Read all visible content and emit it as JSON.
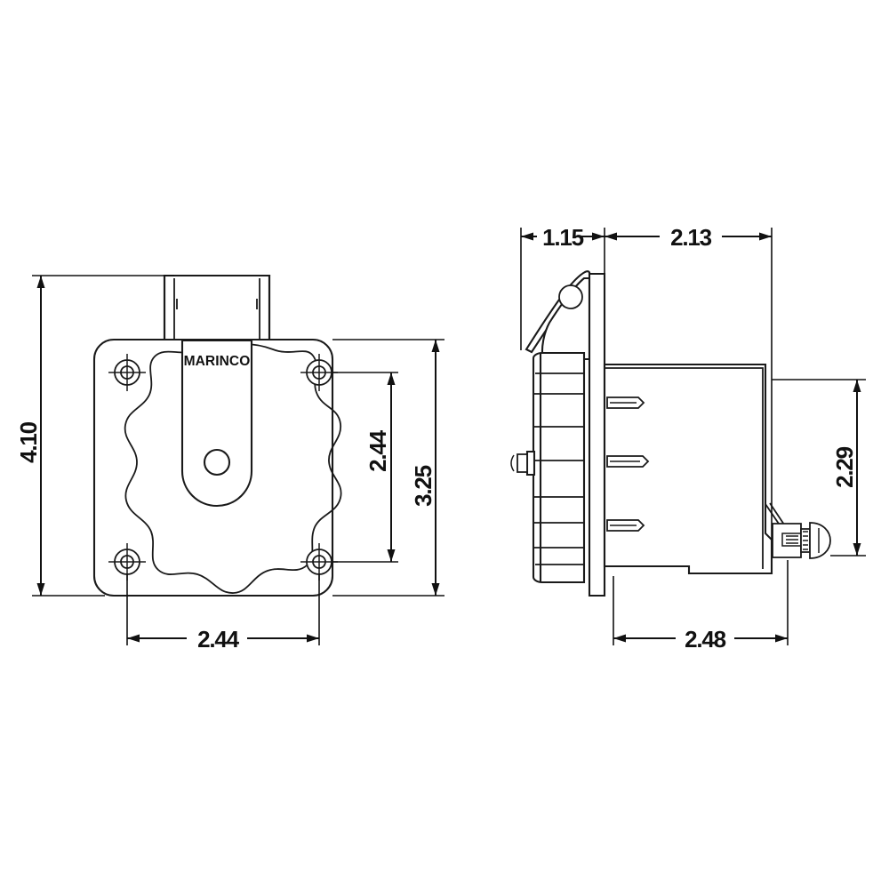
{
  "drawing": {
    "kind": "engineering-dimensional-drawing",
    "subject": "Marinco marine shore power inlet",
    "brand_label": "MARINCO",
    "units_note": "inches",
    "background_color": "#ffffff",
    "line_color": "#1a1a1a",
    "text_color": "#111111"
  },
  "views": {
    "front": {
      "name": "front-view",
      "features": {
        "mounting_holes": 4,
        "scalloped_cover": true,
        "hinge_tab": true,
        "center_hole": true,
        "brand_text": "MARINCO"
      }
    },
    "side": {
      "name": "side-view",
      "features": {
        "lid_eyelet": true,
        "ribbed_cover": true,
        "prongs": 3,
        "terminal_screw": true
      }
    }
  },
  "dimensions": {
    "front_overall_height": {
      "value": "4.10",
      "orientation": "vertical",
      "position": "left"
    },
    "front_flange_height": {
      "value": "3.25",
      "orientation": "vertical",
      "position": "right-outer"
    },
    "front_hole_spacing_vertical": {
      "value": "2.44",
      "orientation": "vertical",
      "position": "right-inner"
    },
    "front_hole_spacing_horizontal": {
      "value": "2.44",
      "orientation": "horizontal",
      "position": "bottom"
    },
    "side_lid_depth": {
      "value": "1.15",
      "orientation": "horizontal",
      "position": "top-left"
    },
    "side_body_depth": {
      "value": "2.13",
      "orientation": "horizontal",
      "position": "top-right"
    },
    "side_body_height": {
      "value": "2.29",
      "orientation": "vertical",
      "position": "right"
    },
    "side_overall_depth": {
      "value": "2.48",
      "orientation": "horizontal",
      "position": "bottom"
    }
  }
}
